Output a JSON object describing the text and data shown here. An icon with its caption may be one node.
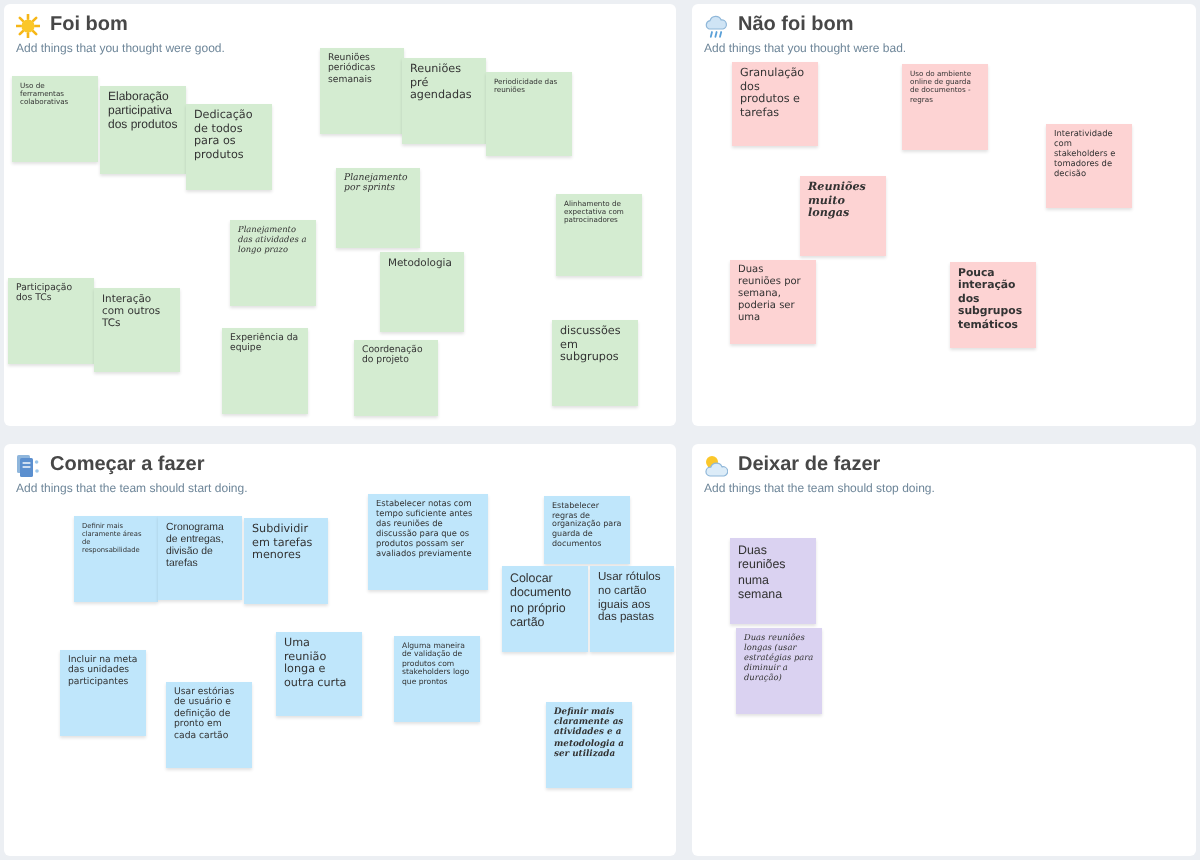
{
  "diagram": {
    "nodes": [
      {
        "text": [
          "Foi bom",
          "Add things that you thought were good."
        ]
      },
      {
        "text": [
          "Uso de ferramentas colaborativas"
        ],
        "in": 0
      },
      {
        "text": [
          "Elaboração participativa dos produtos"
        ],
        "in": 0
      },
      {
        "text": [
          "Dedicação de todos para os produtos"
        ],
        "in": 0
      },
      {
        "text": [
          "Reuniões periódicas semanais"
        ],
        "in": 0
      },
      {
        "text": [
          "Reuniões pré agendadas"
        ],
        "in": 0
      },
      {
        "text": [
          "Periodicidade das reuniões"
        ],
        "in": 0
      },
      {
        "text": [
          "Planejamento das atividades a longo prazo"
        ],
        "in": 0
      },
      {
        "text": [
          "Planejamento por sprints"
        ],
        "in": 0
      },
      {
        "text": [
          "Metodologia"
        ],
        "in": 0
      },
      {
        "text": [
          "Alinhamento de expectativa com patrocinadores"
        ],
        "in": 0
      },
      {
        "text": [
          "Participação dos TCs"
        ],
        "in": 0
      },
      {
        "text": [
          "Interação com outros TCs"
        ],
        "in": 0
      },
      {
        "text": [
          "Experiência da equipe"
        ],
        "in": 0
      },
      {
        "text": [
          "Coordenação do projeto"
        ],
        "in": 0
      },
      {
        "text": [
          "discussões em subgrupos"
        ],
        "in": 0
      },
      {
        "text": [
          "Não foi bom",
          "Add things that you thought were bad."
        ]
      },
      {
        "text": [
          "Granulação dos produtos e tarefas"
        ],
        "in": 16
      },
      {
        "text": [
          "Uso do ambiente online de guarda de documentos - regras"
        ],
        "in": 16
      },
      {
        "text": [
          "Interatividade com stakeholders e tomadores de decisão"
        ],
        "in": 16
      },
      {
        "text": [
          "Reuniões muito longas"
        ],
        "in": 16
      },
      {
        "text": [
          "Duas reuniões por semana, poderia ser uma"
        ],
        "in": 16
      },
      {
        "text": [
          "Pouca interação dos subgrupos temáticos"
        ],
        "in": 16
      },
      {
        "text": [
          "Começar a fazer",
          "Add things that the team should start doing."
        ]
      },
      {
        "text": [
          "Definir mais claramente áreas de responsabilidade"
        ],
        "in": 23
      },
      {
        "text": [
          "Cronograma de entregas, divisão de tarefas"
        ],
        "in": 23
      },
      {
        "text": [
          "Subdividir em tarefas menores"
        ],
        "in": 23
      },
      {
        "text": [
          "Estabelecer notas com tempo suficiente antes das reuniões de discussão para que os produtos possam ser avaliados previamente"
        ],
        "in": 23
      },
      {
        "text": [
          "Estabelecer regras de organização para guarda de documentos"
        ],
        "in": 23
      },
      {
        "text": [
          "Colocar documento no próprio cartão"
        ],
        "in": 23
      },
      {
        "text": [
          "Usar rótulos no cartão iguais aos das pastas"
        ],
        "in": 23
      },
      {
        "text": [
          "Uma reunião longa e outra curta"
        ],
        "in": 23
      },
      {
        "text": [
          "Alguma maneira de validação de produtos com stakeholders logo que prontos"
        ],
        "in": 23
      },
      {
        "text": [
          "Incluir na meta das unidades participantes"
        ],
        "in": 23
      },
      {
        "text": [
          "Usar estórias de usuário e definição de pronto em cada cartão"
        ],
        "in": 23
      },
      {
        "text": [
          "Definir mais claramente as atividades e a metodologia a ser utilizada"
        ],
        "in": 23
      },
      {
        "text": [
          "Deixar de fazer",
          "Add things that the team should stop doing."
        ]
      },
      {
        "text": [
          "Duas reuniões numa semana"
        ],
        "in": 36
      },
      {
        "text": [
          "Duas reuniões longas (usar estratégias para diminuir a duração)"
        ],
        "in": 36
      }
    ]
  }
}
